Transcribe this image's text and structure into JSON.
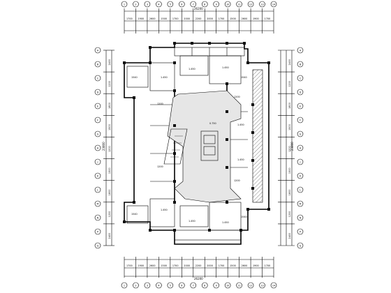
{
  "drawing": {
    "type": "residential floor plan",
    "dims_top_outer": [
      "1700",
      "1900",
      "2600",
      "1500",
      "1700",
      "2000",
      "2200",
      "2000",
      "1700",
      "1500",
      "2600",
      "1900",
      "1700"
    ],
    "dims_top_total": "26200",
    "dims_bottom_outer": [
      "1700",
      "1900",
      "2600",
      "1500",
      "1700",
      "2000",
      "2200",
      "2000",
      "1700",
      "1500",
      "2600",
      "1900",
      "1700"
    ],
    "dims_bottom_total": "26200",
    "axis_top": [
      "1",
      "2",
      "3",
      "4",
      "5",
      "6",
      "7",
      "8",
      "9",
      "10",
      "11",
      "12",
      "13",
      "14"
    ],
    "axis_bottom": [
      "1",
      "2",
      "3",
      "4",
      "5",
      "6",
      "7",
      "8",
      "9",
      "10",
      "11",
      "12",
      "13",
      "14"
    ],
    "axis_left": [
      "A",
      "B",
      "C",
      "D",
      "E",
      "F",
      "G",
      "H",
      "J",
      "K",
      "L",
      "M",
      "N",
      "P",
      "Q"
    ],
    "axis_right": [
      "A",
      "B",
      "C",
      "D",
      "E",
      "F",
      "G",
      "H",
      "J",
      "K",
      "L",
      "M",
      "N",
      "P",
      "Q"
    ],
    "dims_left": [
      "2400",
      "1200",
      "1800",
      "1500",
      "1200",
      "1500",
      "1800",
      "1200",
      "2400"
    ],
    "dims_left_total": "23800",
    "dims_right": [
      "2400",
      "1200",
      "1800",
      "1500",
      "1200",
      "1500",
      "1800",
      "1200",
      "2400"
    ],
    "dims_right_total": "23800",
    "room_labels": [
      "1.450",
      "1.450",
      "1.450",
      "1.450",
      "1.450",
      "1.450",
      "1.450",
      "1.450",
      "0.750"
    ],
    "small_labels": [
      "1540",
      "1540",
      "1540",
      "1540",
      "1200",
      "1200",
      "1200",
      "1200"
    ]
  }
}
